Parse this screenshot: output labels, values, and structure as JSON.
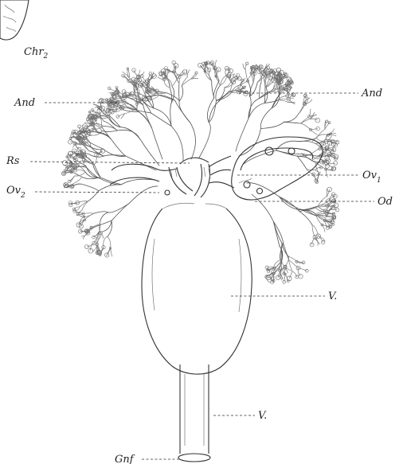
{
  "labels": {
    "chr": "Chr",
    "chr_sub": "2",
    "and_left": "And",
    "and_right": "And",
    "rs": "Rs",
    "ov2": "Ov",
    "ov2_sub": "2",
    "ov1": "Ov",
    "ov1_sub": "1",
    "od": "Od",
    "v_upper": "V.",
    "v_lower": "V.",
    "gnf": "Gnf"
  },
  "colors": {
    "ink": "#333333",
    "shading": "#555555",
    "paper": "#ffffff"
  }
}
